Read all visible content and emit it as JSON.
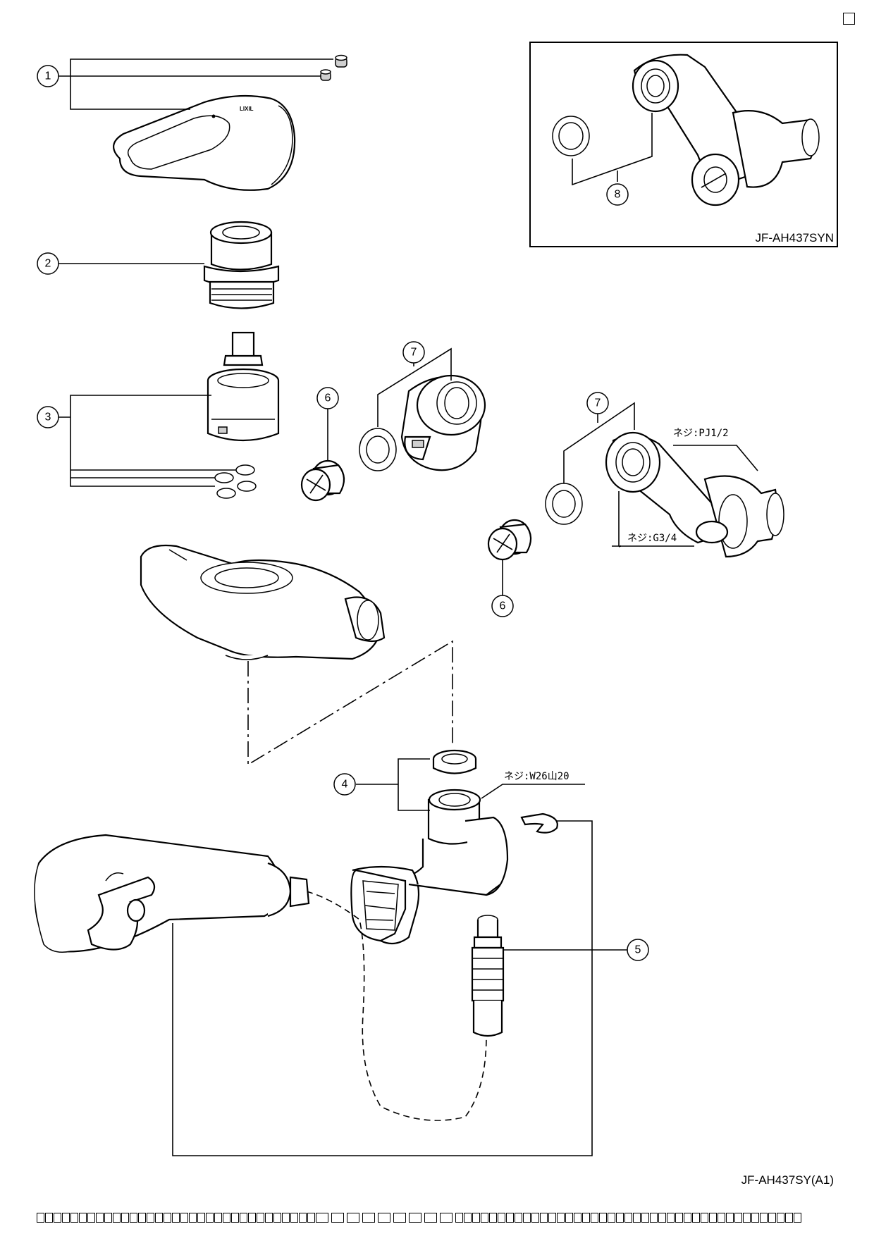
{
  "callouts": [
    "1",
    "2",
    "3",
    "4",
    "5",
    "6",
    "6",
    "7",
    "7",
    "8"
  ],
  "thread_labels": {
    "pj": "ネジ:PJ1/2",
    "g34": "ネジ:G3/4",
    "w26": "ネジ:W26山20"
  },
  "inset_model": "JF-AH437SYN",
  "model_code": "JF-AH437SY(A1)",
  "handle_brand": "LIXIL",
  "colors": {
    "line": "#000000",
    "background": "#ffffff",
    "shade": "#cfcfcf"
  }
}
